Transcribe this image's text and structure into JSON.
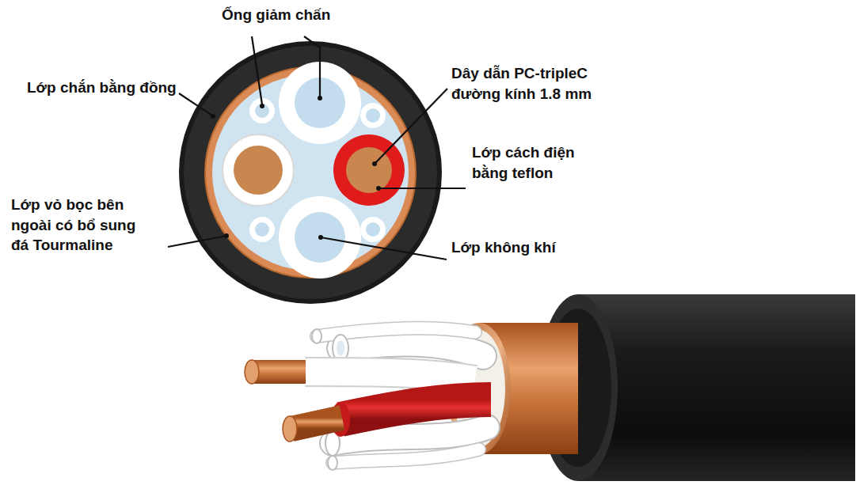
{
  "diagram": {
    "labels": [
      "Ống giảm chấn",
      "Lớp chắn bằng đồng",
      "Dây dẫn PC-tripleC đường kính 1.8 mm",
      "Lớp cách điện bằng teflon",
      "Lớp vỏ bọc bên ngoài có bổ sung đá Tourmaline",
      "Lớp không khí"
    ]
  }
}
